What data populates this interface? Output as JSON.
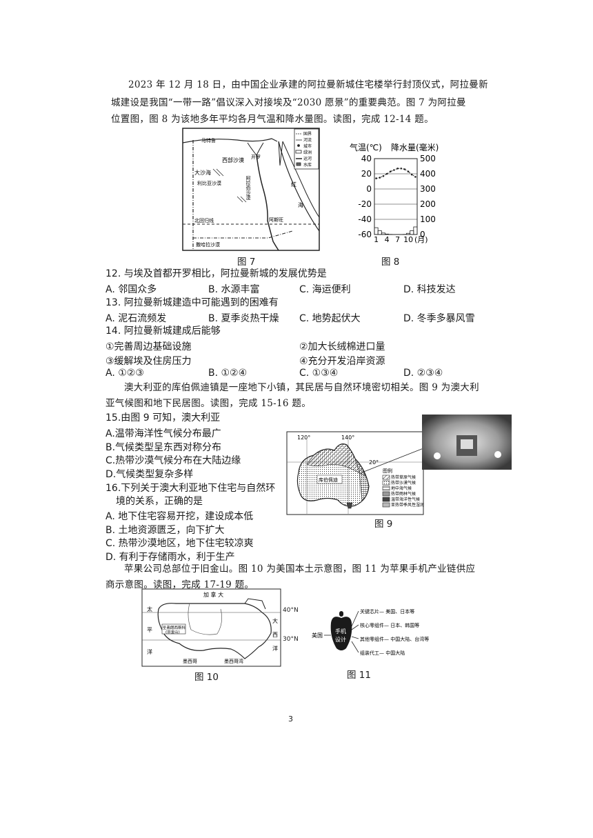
{
  "intro1": {
    "line1": "2023 年 12 月 18 日，由中国企业承建的阿拉曼新城住宅楼举行封顶仪式，阿拉曼新",
    "line2": "城建设是我国“一带一路”倡议深入对接埃及“2030 愿景”的重要典范。图 7 为阿拉曼",
    "line3": "位置图，图 8 为该地多年平均各月气温和降水量图。读图，完成 12-14 题。"
  },
  "fig7": {
    "caption": "图 7",
    "labels": {
      "desert_west": "西部沙漠",
      "great_sand_sea": "大沙海",
      "libya_desert": "利比亚沙漠",
      "arabian_desert": "阿拉伯沙漠",
      "kailuo": "开罗",
      "red_sea": "红",
      "sea": "海",
      "tropic": "北回归线",
      "sahara": "撒哈拉沙漠",
      "aswan": "阿斯旺",
      "matruh": "马特鲁",
      "legend_items": [
        "国界",
        "河流",
        "城市",
        "绿洲",
        "运河",
        "水库"
      ]
    }
  },
  "fig8": {
    "caption": "图 8",
    "temp_label": "气温(℃)",
    "precip_label": "降水量(毫米)",
    "month_label": "(月)"
  },
  "chart_data": {
    "type": "line",
    "title": "",
    "x": [
      1,
      2,
      3,
      4,
      5,
      6,
      7,
      8,
      9,
      10,
      11,
      12
    ],
    "xticks": [
      "1",
      "4",
      "7",
      "10"
    ],
    "xlabel": "(月)",
    "y_left": {
      "label": "气温(℃)",
      "ticks": [
        40,
        20,
        0,
        -20,
        -40,
        -60
      ],
      "range": [
        -60,
        40
      ]
    },
    "y_right": {
      "label": "降水量(毫米)",
      "ticks": [
        500,
        400,
        300,
        200,
        100,
        0
      ],
      "range": [
        0,
        500
      ]
    },
    "series": [
      {
        "kind": "line",
        "axis": "left",
        "values": [
          14,
          15,
          17,
          20,
          23,
          25,
          27,
          27,
          26,
          23,
          19,
          16
        ]
      },
      {
        "kind": "bar",
        "axis": "right",
        "values": [
          45,
          25,
          10,
          3,
          1,
          0,
          0,
          0,
          1,
          8,
          25,
          50
        ]
      }
    ]
  },
  "q12": {
    "stem": "12. 与埃及首都开罗相比，阿拉曼新城的发展优势是",
    "a": "A. 邻国众多",
    "b": "B. 水源丰富",
    "c": "C. 海运便利",
    "d": "D. 科技发达"
  },
  "q13": {
    "stem": "13. 阿拉曼新城建造中可能遇到的困难有",
    "a": "A. 泥石流频发",
    "b": "B. 夏季炎热干燥",
    "c": "C. 地势起伏大",
    "d": "D. 冬季多暴风雪"
  },
  "q14": {
    "stem": "14. 阿拉曼新城建成后能够",
    "o1": "①完善周边基础设施",
    "o2": "②加大长绒棉进口量",
    "o3": "③缓解埃及住房压力",
    "o4": "④充分开发沿岸资源",
    "a": "A. ①②③",
    "b": "B. ①②④",
    "c": "C. ①③④",
    "d": "D. ②③④"
  },
  "intro2": {
    "line1": "澳大利亚的库伯佩迪镇是一座地下小镇，其民居与自然环境密切相关。图 9 为澳大利",
    "line2": "亚气候图和地下民居图。读图，完成 15-16 题。"
  },
  "q15": {
    "stem": "15.由图 9 可知，澳大利亚",
    "a": "A.温带海洋性气候分布最广",
    "b": "B.气候类型呈东西对称分布",
    "c": "C.热带沙漠气候分布在大陆边缘",
    "d": "D.气候类型复杂多样"
  },
  "q16": {
    "stem1": "16.下列关于澳大利亚地下住宅与自然环",
    "stem2": "境的关系，正确的是",
    "a": "A. 地下住宅容易开挖，建设成本低",
    "b": "B. 土地资源匮乏，向下扩大",
    "c": "C. 热带沙漠地区，地下住宅较凉爽",
    "d": "D. 有利于存储雨水，利于生产"
  },
  "fig9": {
    "caption": "图 9",
    "lon1": "120°",
    "lon2": "140°",
    "lat": "20°",
    "town": "库伯佩迪",
    "legend_title": "图例",
    "legend": [
      "热带草原气候",
      "热带沙漠气候",
      "地中海气候",
      "热带雨林气候",
      "温带海洋性气候",
      "亚热带季风性湿润气候"
    ]
  },
  "intro3": {
    "line1": "苹果公司总部位于旧金山。图 10 为美国本土示意图，图 11 为苹果手机产业链供应",
    "line2": "商示意图。读图，完成 17-19 题。"
  },
  "fig10": {
    "caption": "图 10",
    "canada": "加 拿 大",
    "pacific": [
      "太",
      "平",
      "洋"
    ],
    "atlantic": [
      "大",
      "西",
      "洋"
    ],
    "sf": "圣弗朗西斯科",
    "sf2": "(旧金山)",
    "mexico": "墨西哥",
    "gulf": "墨西哥湾",
    "lat40": "40°N",
    "lat30": "30°N"
  },
  "fig11": {
    "caption": "图 11",
    "usa": "美国",
    "center1": "手机",
    "center2": "设计",
    "items": [
      "关键芯片— 美国、日本等",
      "核心零组件— 日本、韩国等",
      "其他零组件— 中国大陆、台湾等",
      "组装代工— 中国大陆"
    ]
  },
  "page_number": "3"
}
